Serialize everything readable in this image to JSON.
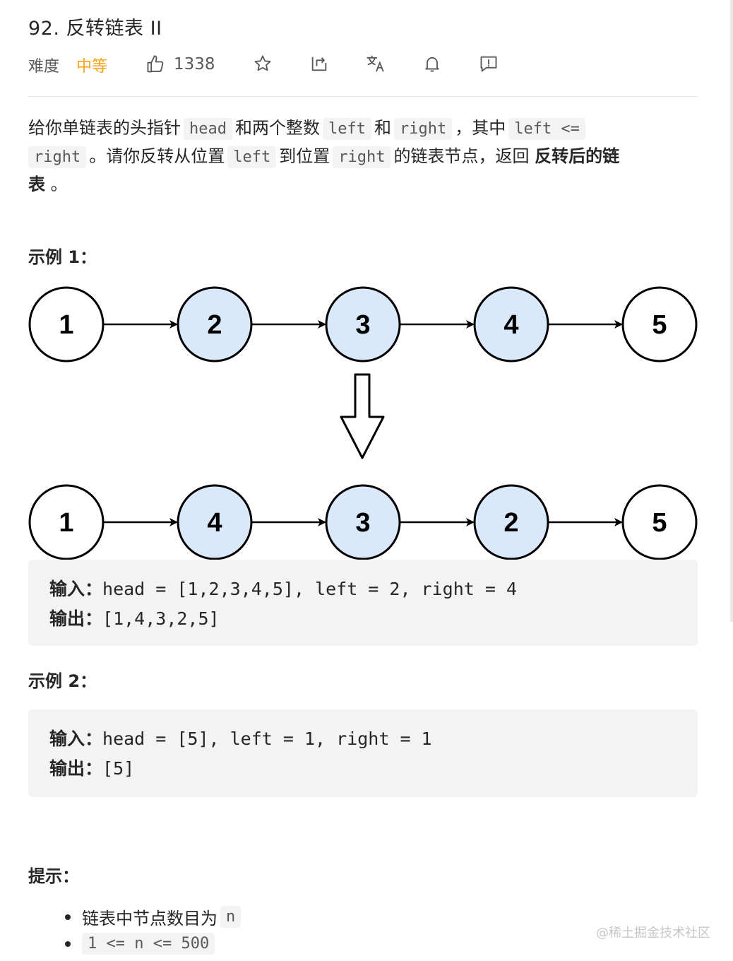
{
  "problem": {
    "title": "92. 反转链表 II",
    "difficulty_label": "难度",
    "difficulty_value": "中等",
    "likes": "1338"
  },
  "toolbar_icons": [
    "thumbs-up-icon",
    "star-icon",
    "share-icon",
    "translate-icon",
    "bell-icon",
    "feedback-icon"
  ],
  "colors": {
    "accent": "#ffa116",
    "node_highlight": "#dae8fc",
    "code_bg": "#f3f3f4"
  },
  "description": {
    "t1": "给你单链表的头指针",
    "c1": "head",
    "t2": "和两个整数",
    "c2": "left",
    "t3": "和",
    "c3": "right",
    "t4": "，其中",
    "c4": "left <=",
    "c5": "right",
    "t5": "。请你反转从位置",
    "c6": "left",
    "t6": "到位置",
    "c7": "right",
    "t7": "的链表节点，返回",
    "b1": "反转后的链",
    "b2": "表",
    "t8": "。"
  },
  "example1": {
    "label": "示例 1：",
    "before": [
      "1",
      "2",
      "3",
      "4",
      "5"
    ],
    "after": [
      "1",
      "4",
      "3",
      "2",
      "5"
    ],
    "input_label": "输入：",
    "input_value": "head = [1,2,3,4,5], left = 2, right = 4",
    "output_label": "输出：",
    "output_value": "[1,4,3,2,5]"
  },
  "example2": {
    "label": "示例 2：",
    "input_label": "输入：",
    "input_value": "head = [5], left = 1, right = 1",
    "output_label": "输出：",
    "output_value": "[5]"
  },
  "tips": {
    "label": "提示：",
    "item1_text": "链表中节点数目为",
    "item1_code": "n",
    "item2_code": "1 <= n <= 500"
  },
  "watermark": "@稀土掘金技术社区"
}
